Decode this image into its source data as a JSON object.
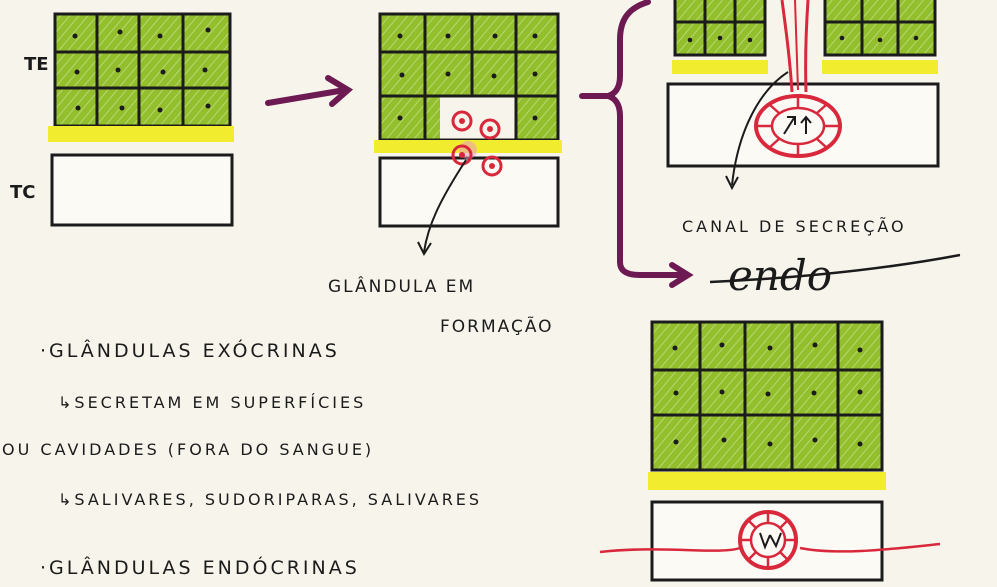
{
  "labels": {
    "te": "TE",
    "tc": "TC",
    "glandula_em_formacao_1": "GLÂNDULA EM",
    "glandula_em_formacao_2": "FORMAÇÃO",
    "canal_de_secrecao": "CANAL DE SECREÇÃO",
    "endo": "endo"
  },
  "notes": {
    "exocrinas_title": "·GLÂNDULAS EXÓCRINAS",
    "exocrinas_line1": "↳SECRETAM EM SUPERFÍCIES",
    "exocrinas_line2": "OU CAVIDADES (FORA DO SANGUE)",
    "exocrinas_line3": "↳SALIVARES, SUDORIPARAS, SALIVARES",
    "endocrinas_title": "·GLÂNDULAS ENDÓCRINAS"
  },
  "colors": {
    "paper": "#f7f4ec",
    "cell_green": "#93bf2c",
    "cell_green_light": "#b9d867",
    "basement_yellow": "#f1ec2e",
    "ink": "#1b1b1b",
    "arrow_purple": "#6e1a52",
    "gland_red": "#d9283c",
    "gland_pink": "#e79bc7"
  }
}
